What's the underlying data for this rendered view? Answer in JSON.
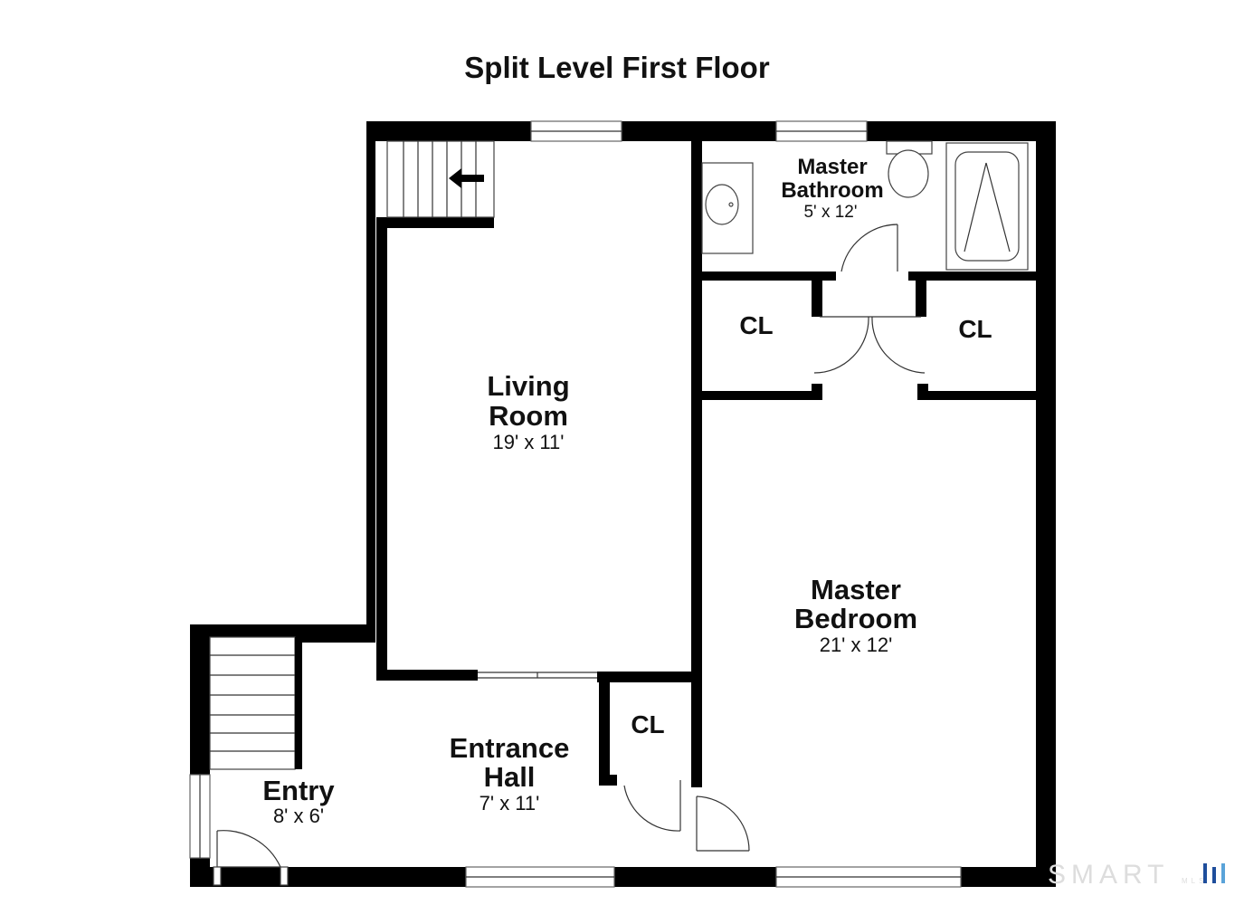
{
  "title": "Split Level First Floor",
  "rooms": {
    "living_room": {
      "name_line1": "Living",
      "name_line2": "Room",
      "dims": "19' x 11'"
    },
    "master_bathroom": {
      "name_line1": "Master",
      "name_line2": "Bathroom",
      "dims": "5' x 12'"
    },
    "master_bedroom": {
      "name_line1": "Master",
      "name_line2": "Bedroom",
      "dims": "21' x 12'"
    },
    "entrance_hall": {
      "name_line1": "Entrance",
      "name_line2": "Hall",
      "dims": "7' x 11'"
    },
    "entry": {
      "name": "Entry",
      "dims": "8' x 6'"
    },
    "closets": [
      "CL",
      "CL",
      "CL"
    ]
  },
  "watermark": {
    "text": "SMART",
    "sub": "MLS"
  },
  "colors": {
    "walls": "#000000",
    "background": "#ffffff",
    "text": "#111111",
    "watermark": "#dddddd"
  }
}
